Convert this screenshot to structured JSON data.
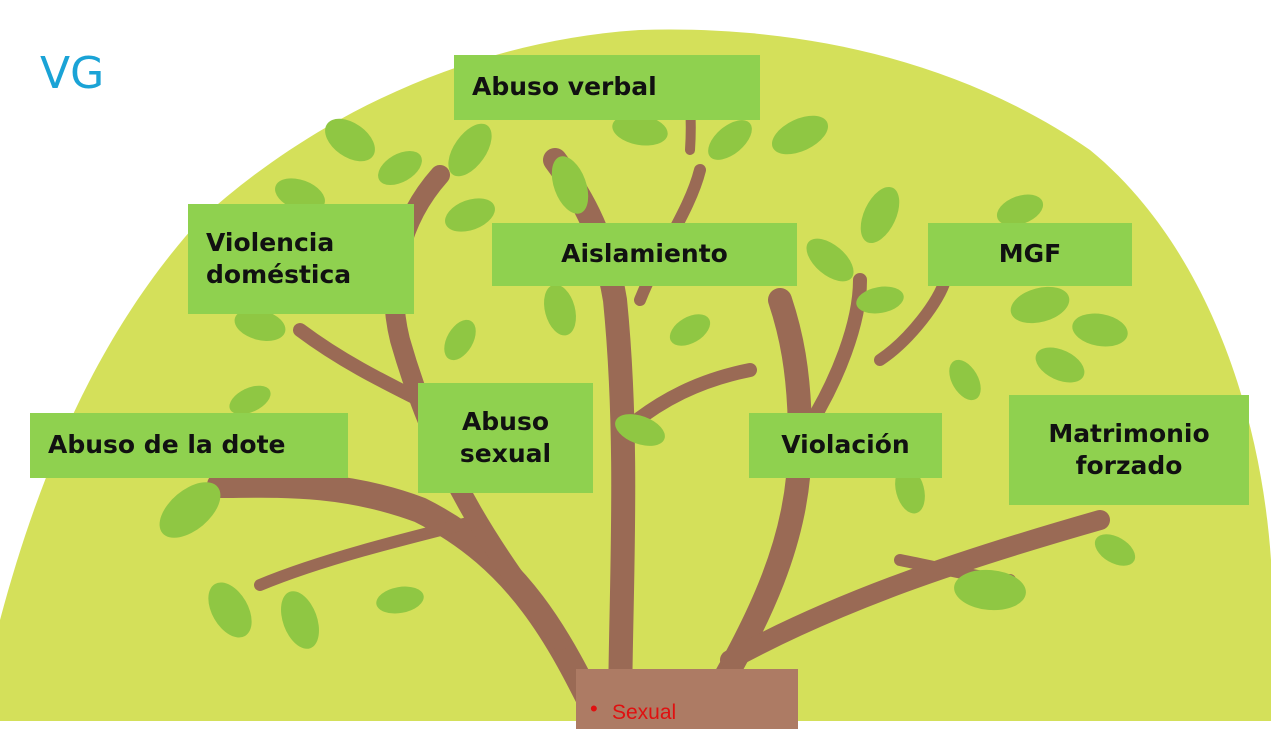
{
  "title": "VG",
  "colors": {
    "canopy": "#d4e05a",
    "leaf": "#8fc743",
    "branch": "#9a6a55",
    "label_box": "#8fd14f",
    "title": "#1aa3d6",
    "trunk_box": "#ad7b64",
    "trunk_text": "#e01010"
  },
  "labels": {
    "abuso_verbal": "Abuso verbal",
    "violencia_domestica": "Violencia doméstica",
    "aislamiento": "Aislamiento",
    "mgf": "MGF",
    "abuso_dote": "Abuso de la dote",
    "abuso_sexual": "Abuso sexual",
    "violacion": "Violación",
    "matrimonio_forzado": "Matrimonio forzado"
  },
  "trunk": {
    "bullet": "•",
    "text": "Sexual"
  }
}
